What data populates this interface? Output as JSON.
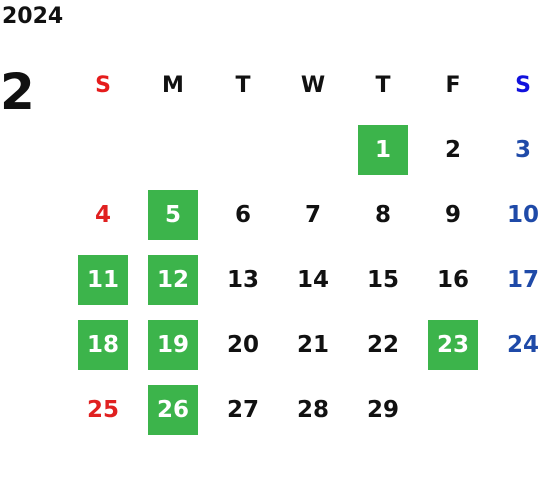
{
  "year": "2024",
  "month": "2",
  "weekday_headers": [
    "S",
    "M",
    "T",
    "W",
    "T",
    "F",
    "S"
  ],
  "weeks": [
    [
      null,
      null,
      null,
      null,
      {
        "day": "1",
        "hl": true
      },
      {
        "day": "2"
      },
      {
        "day": "3"
      }
    ],
    [
      {
        "day": "4"
      },
      {
        "day": "5",
        "hl": true
      },
      {
        "day": "6"
      },
      {
        "day": "7"
      },
      {
        "day": "8"
      },
      {
        "day": "9"
      },
      {
        "day": "10"
      }
    ],
    [
      {
        "day": "11",
        "hl": true
      },
      {
        "day": "12",
        "hl": true
      },
      {
        "day": "13"
      },
      {
        "day": "14"
      },
      {
        "day": "15"
      },
      {
        "day": "16"
      },
      {
        "day": "17"
      }
    ],
    [
      {
        "day": "18",
        "hl": true
      },
      {
        "day": "19",
        "hl": true
      },
      {
        "day": "20"
      },
      {
        "day": "21"
      },
      {
        "day": "22"
      },
      {
        "day": "23",
        "hl": true
      },
      {
        "day": "24"
      }
    ],
    [
      {
        "day": "25"
      },
      {
        "day": "26",
        "hl": true
      },
      {
        "day": "27"
      },
      {
        "day": "28"
      },
      {
        "day": "29"
      },
      null,
      null
    ]
  ],
  "colors": {
    "highlight": "#3cb44b",
    "sunday": "#e02020",
    "saturday": "#1f4aa8",
    "text": "#111111"
  }
}
